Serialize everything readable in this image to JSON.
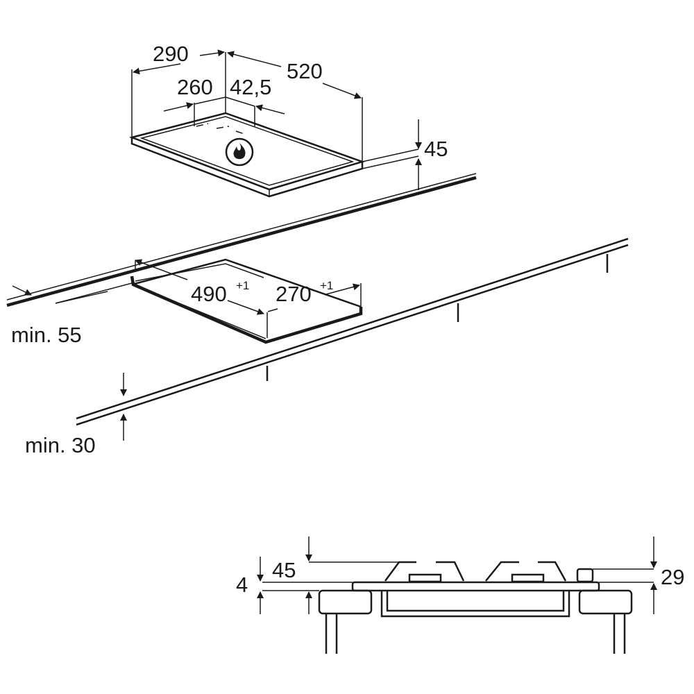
{
  "hob": {
    "width_outer": "290",
    "depth_outer": "520",
    "burner_width": "260",
    "burner_offset": "42,5",
    "height": "45",
    "icon": "gas-flame-icon"
  },
  "cutout": {
    "width": "490",
    "width_tol": "+1",
    "depth": "270",
    "depth_tol": "+1",
    "front_clearance": "min. 55",
    "below_clearance": "min. 30"
  },
  "side_view": {
    "total_height": "45",
    "glass_thickness": "4",
    "burner_height": "29"
  }
}
